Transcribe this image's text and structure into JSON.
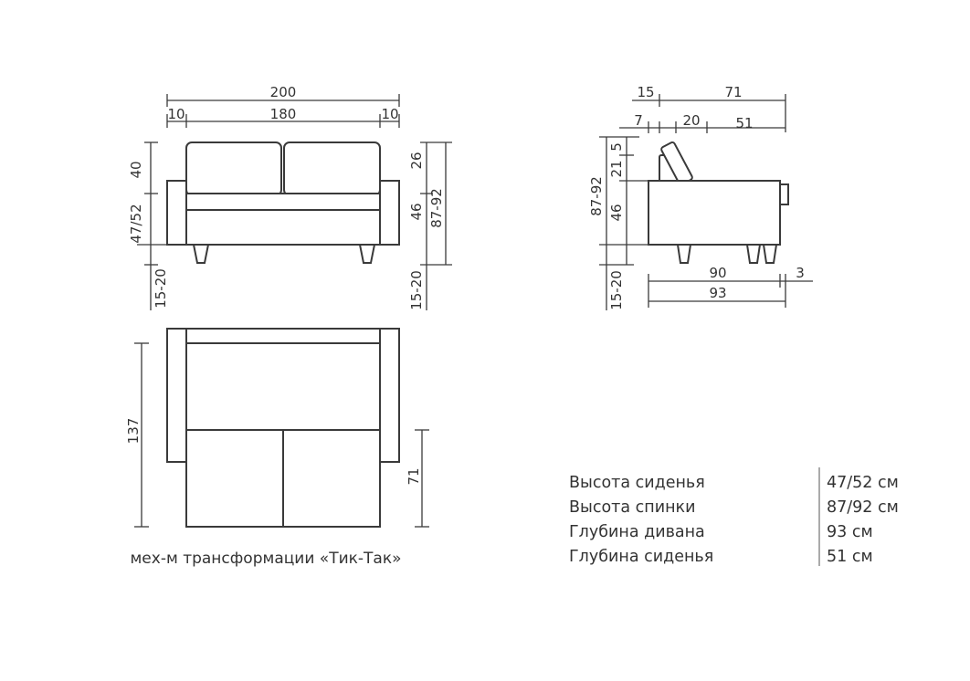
{
  "front": {
    "width": "200",
    "arm_left": "10",
    "seat_width": "180",
    "arm_right": "10",
    "back_cushion": "40",
    "seat": "47/52",
    "legs": "15-20",
    "right_back": "26",
    "right_seat": "46",
    "right_total": "87-92",
    "right_legs": "15-20"
  },
  "side": {
    "top_a": "15",
    "top_b": "71",
    "mid_a": "7",
    "mid_b": "20",
    "mid_c": "51",
    "v5": "5",
    "v21": "21",
    "v46": "46",
    "v8792": "87-92",
    "v1520": "15-20",
    "depth_90": "90",
    "depth_3": "3",
    "depth_93": "93"
  },
  "top": {
    "length": "137",
    "sleeper": "71"
  },
  "caption": "мех-м трансформации «Тик-Так»",
  "specs": [
    {
      "label": "Высота сиденья",
      "value": "47/52 см"
    },
    {
      "label": "Высота спинки",
      "value": "87/92 см"
    },
    {
      "label": "Глубина дивана",
      "value": "93 см"
    },
    {
      "label": "Глубина сиденья",
      "value": "51 см"
    }
  ]
}
